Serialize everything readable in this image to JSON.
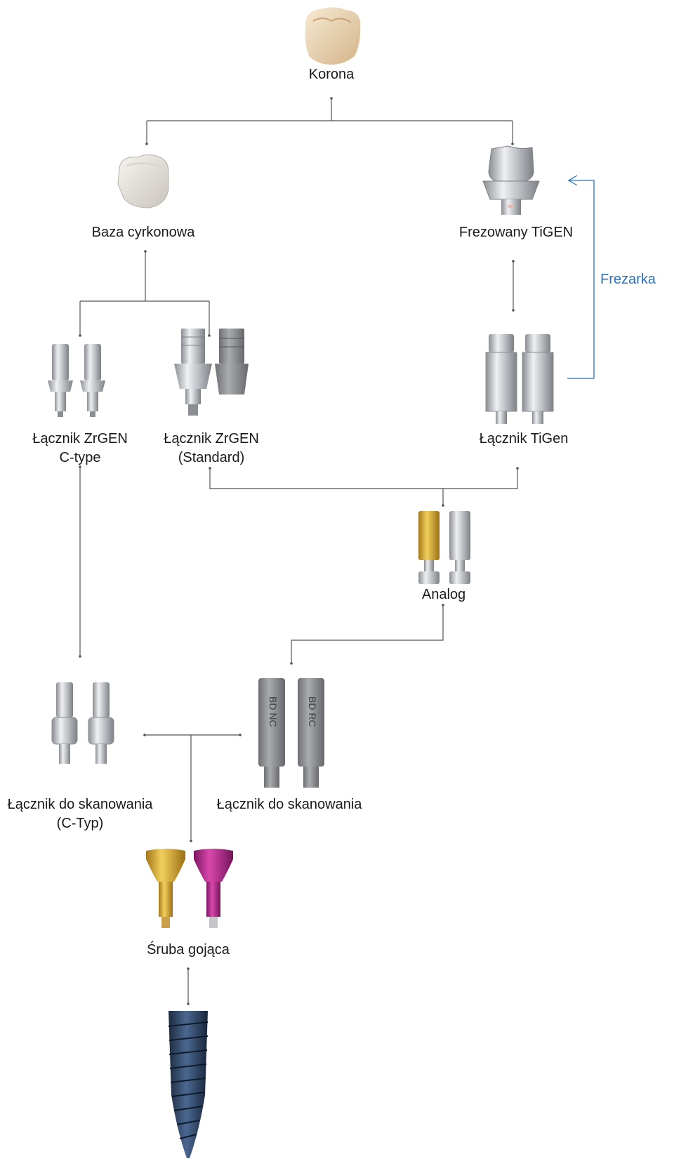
{
  "nodes": {
    "korona": "Korona",
    "baza": "Baza cyrkonowa",
    "frezowany": "Frezowany TiGEN",
    "zrgen_c": [
      "Łącznik ZrGEN",
      "C-type"
    ],
    "zrgen_std": [
      "Łącznik ZrGEN",
      "(Standard)"
    ],
    "tigen": "Łącznik TiGen",
    "analog": "Analog",
    "skan_c": [
      "Łącznik do skanowania",
      "(C-Typ)"
    ],
    "skan": "Łącznik do skanowania",
    "sruba": "Śruba gojąca"
  },
  "frezarka": "Frezarka",
  "scan_body_engravings": [
    "BD NC",
    "BD RC"
  ],
  "colors": {
    "line": "#555555",
    "frezarka": "#2a72c0",
    "gold": "#d6a52a",
    "magenta": "#b0278a",
    "titanium": "#b9bcc0",
    "implant": "#2b3f5c",
    "zirconia": "#e6e2dc",
    "crown": "#ead7b8"
  },
  "icons": [
    "crown-image",
    "zirconia-base-image",
    "milled-tigen-image",
    "zrgen-ctype-image",
    "zrgen-standard-image",
    "tigen-blank-image",
    "analog-image",
    "scanbody-ctype-image",
    "scanbody-image",
    "healing-screw-image",
    "implant-image"
  ]
}
